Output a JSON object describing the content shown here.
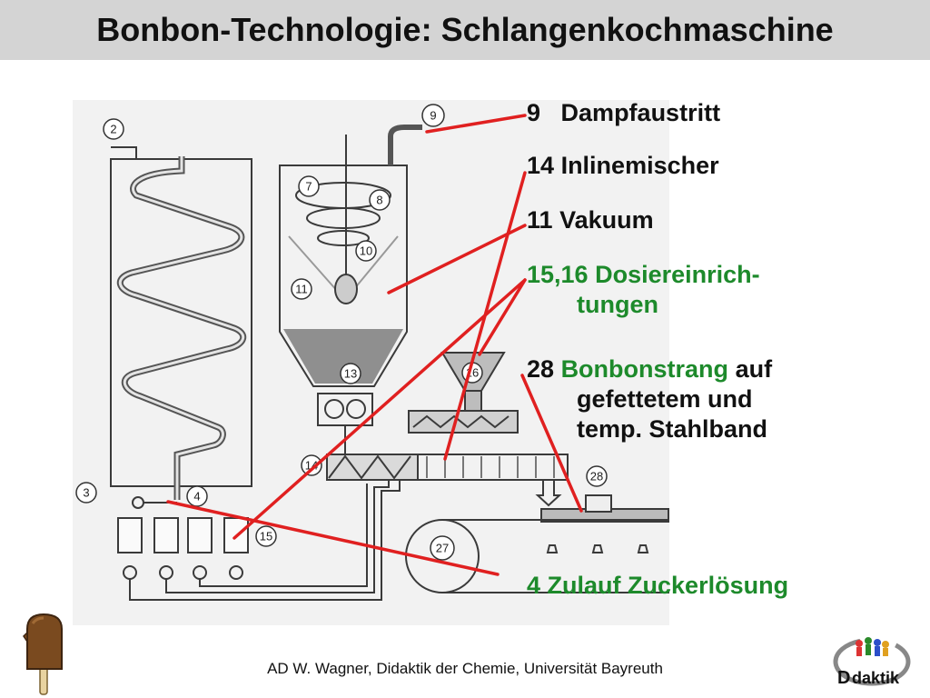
{
  "title": "Bonbon-Technologie: Schlangenkochmaschine",
  "legend": {
    "item9": {
      "num": "9",
      "text": "Dampfaustritt"
    },
    "item14": {
      "num": "14",
      "text": "Inlinemischer"
    },
    "item11": {
      "num": "11",
      "text": "Vakuum"
    },
    "item1516": {
      "num": "15,16",
      "text": "Dosiereinrich-",
      "text2": "tungen"
    },
    "item28": {
      "num": "28",
      "highlight": "Bonbonstrang",
      "text": "auf",
      "text2": "gefettetem und",
      "text3": "temp. Stahlband"
    },
    "item4": {
      "num": "4",
      "text": "Zulauf Zuckerlösung"
    }
  },
  "callouts": [
    "2",
    "3",
    "4",
    "7",
    "8",
    "9",
    "10",
    "11",
    "13",
    "14",
    "15",
    "16",
    "27",
    "28"
  ],
  "footer": "AD W. Wagner, Didaktik der Chemie, Universität Bayreuth",
  "logo": {
    "text": "daktik",
    "icon": "didaktik-logo-icon"
  },
  "colors": {
    "leader": "#e02020",
    "green": "#1d8a2b",
    "title_bar": "#d4d4d4"
  },
  "icons": [
    "ice-cream-icon",
    "didaktik-logo-icon"
  ]
}
